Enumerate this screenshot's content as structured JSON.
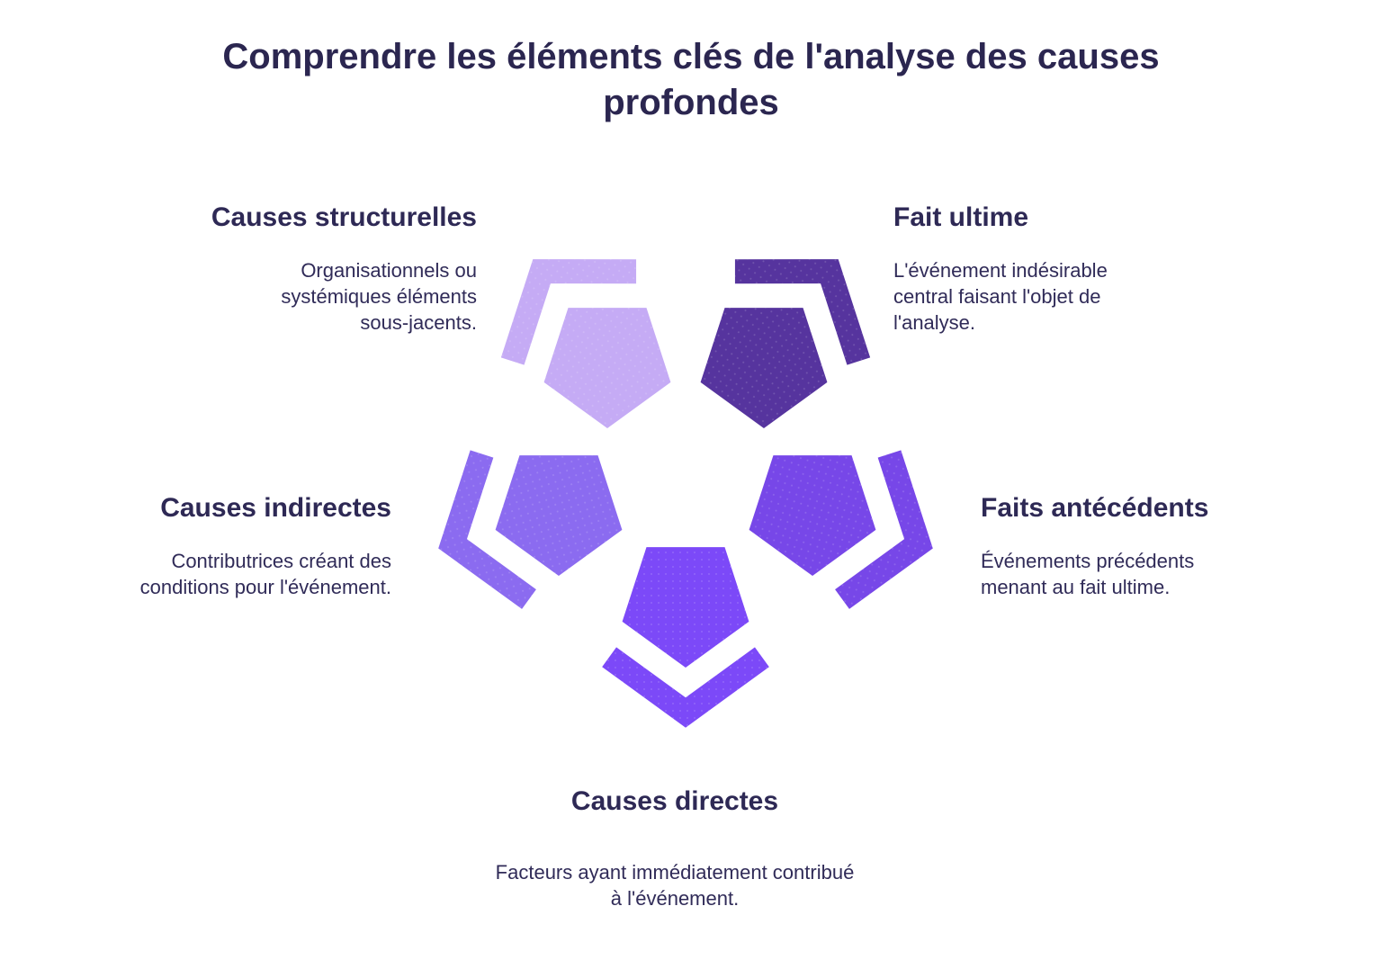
{
  "title": "Comprendre les éléments clés de l'analyse des causes profondes",
  "colors": {
    "background": "#FFFFFF",
    "title_text": "#2B2650",
    "body_text": "#302B58"
  },
  "items": [
    {
      "id": "causes-structurelles",
      "heading": "Causes structurelles",
      "description": "Organisationnels ou systémiques éléments sous-jacents.",
      "color": "#C5ABF5"
    },
    {
      "id": "fait-ultime",
      "heading": "Fait ultime",
      "description": "L'événement indésirable central faisant l'objet de l'analyse.",
      "color": "#56349E"
    },
    {
      "id": "causes-indirectes",
      "heading": "Causes indirectes",
      "description": "Contributrices créant des conditions pour l'événement.",
      "color": "#8B6BF0"
    },
    {
      "id": "faits-antecedents",
      "heading": "Faits antécédents",
      "description": "Événements précédents menant au fait ultime.",
      "color": "#7747E8"
    },
    {
      "id": "causes-directes",
      "heading": "Causes directes",
      "description": "Facteurs ayant immédiatement contribué à l'événement.",
      "color": "#7C49F8"
    }
  ],
  "figure": {
    "type": "pentagon-cycle",
    "unit_count": 5
  }
}
